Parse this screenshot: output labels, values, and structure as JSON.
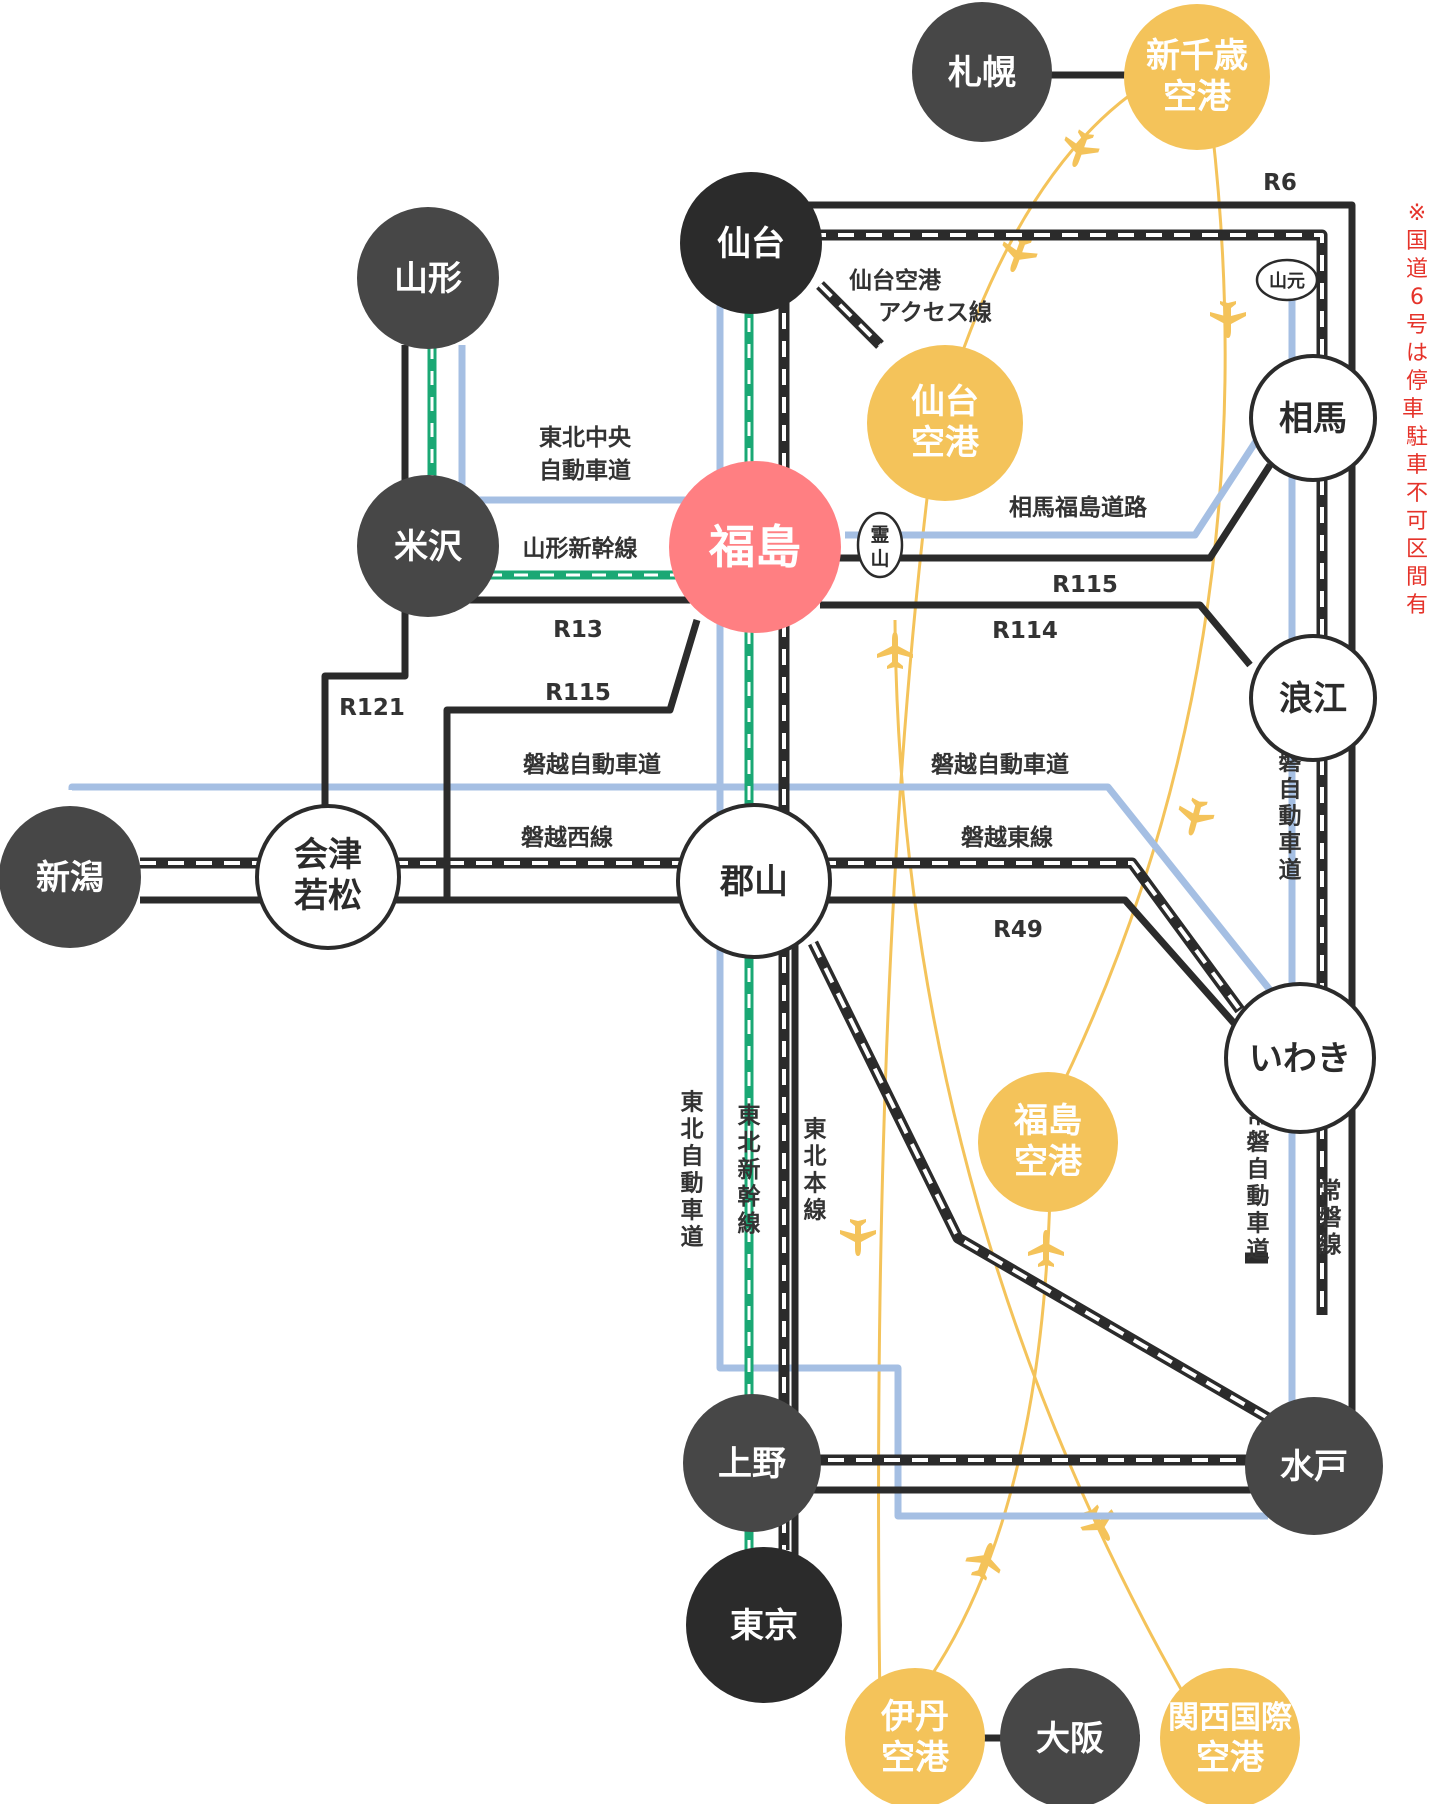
{
  "colors": {
    "road": "#2b2b2b",
    "expressway": "#a5bfe3",
    "shinkansen": "#1aa874",
    "air": "#f4c35a",
    "hub": "#ff7f82",
    "dark": "#474747",
    "black": "#2b2b2b",
    "white": "#ffffff",
    "note": "#e5332a"
  },
  "icons": [
    "airplane-icon"
  ],
  "note": "※国道6号は停車・駐車不可区間有",
  "stations": {
    "fukushima": "福島",
    "sendai": "仙台",
    "yamagata": "山形",
    "yonezawa": "米沢",
    "niigata": "新潟",
    "aizu": [
      "会津",
      "若松"
    ],
    "koriyama": "郡山",
    "soma": "相馬",
    "namie": "浪江",
    "iwaki": "いわき",
    "mito": "水戸",
    "ueno": "上野",
    "tokyo": "東京",
    "osaka": "大阪",
    "sapporo": "札幌",
    "new_chitose": [
      "新千歳",
      "空港"
    ],
    "sendai_airport": [
      "仙台",
      "空港"
    ],
    "fukushima_airport": [
      "福島",
      "空港"
    ],
    "itami": [
      "伊丹",
      "空港"
    ],
    "kansai": [
      "関西国際",
      "空港"
    ],
    "yamamoto": "山元",
    "reizan": [
      "霊",
      "山"
    ]
  },
  "routes": {
    "tohoku_chuo": [
      "東北中央",
      "自動車道"
    ],
    "yamagata_shinkansen": "山形新幹線",
    "r13": "R13",
    "r115_west": "R115",
    "r121": "R121",
    "r6": "R6",
    "sendai_airport_access": [
      "仙台空港",
      "アクセス線"
    ],
    "soma_fukushima": "相馬福島道路",
    "r115_east": "R115",
    "r114": "R114",
    "banetsu_expwy_west": "磐越自動車道",
    "banetsu_expwy_east": "磐越自動車道",
    "banetsu_west_line": "磐越西線",
    "banetsu_east_line": "磐越東線",
    "r49": "R49",
    "joban_expwy_north": "常磐自動車道",
    "joban_expwy_south": "常磐自動車道",
    "joban_line": "常磐線",
    "tohoku_expwy": "東北自動車道",
    "tohoku_shinkansen": "東北新幹線",
    "tohoku_main": "東北本線"
  }
}
